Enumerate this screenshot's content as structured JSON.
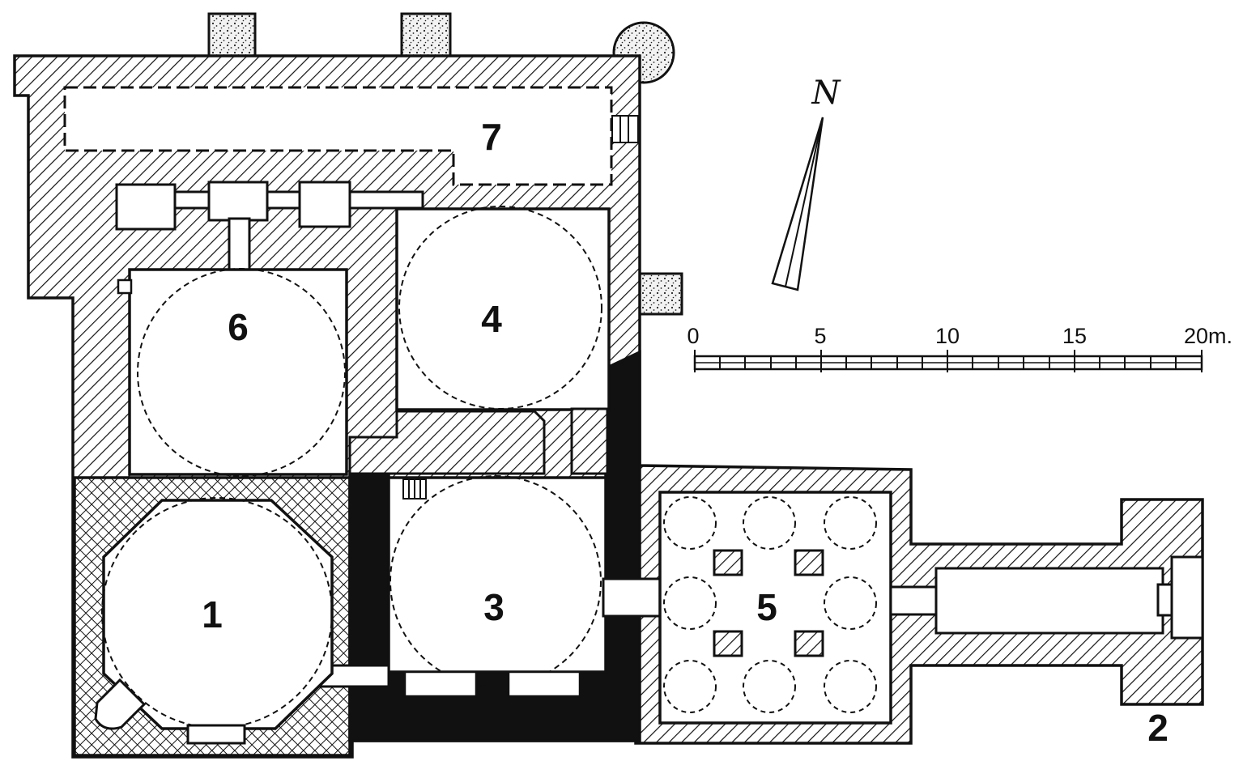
{
  "plan": {
    "rooms": [
      {
        "id": "1",
        "label": "1"
      },
      {
        "id": "2",
        "label": "2"
      },
      {
        "id": "3",
        "label": "3"
      },
      {
        "id": "4",
        "label": "4"
      },
      {
        "id": "5",
        "label": "5"
      },
      {
        "id": "6",
        "label": "6"
      },
      {
        "id": "7",
        "label": "7"
      }
    ],
    "north_label": "N",
    "scale": {
      "ticks": [
        "0",
        "5",
        "10",
        "15",
        "20m."
      ]
    }
  },
  "colors": {
    "ink": "#111111",
    "paper": "#ffffff"
  }
}
